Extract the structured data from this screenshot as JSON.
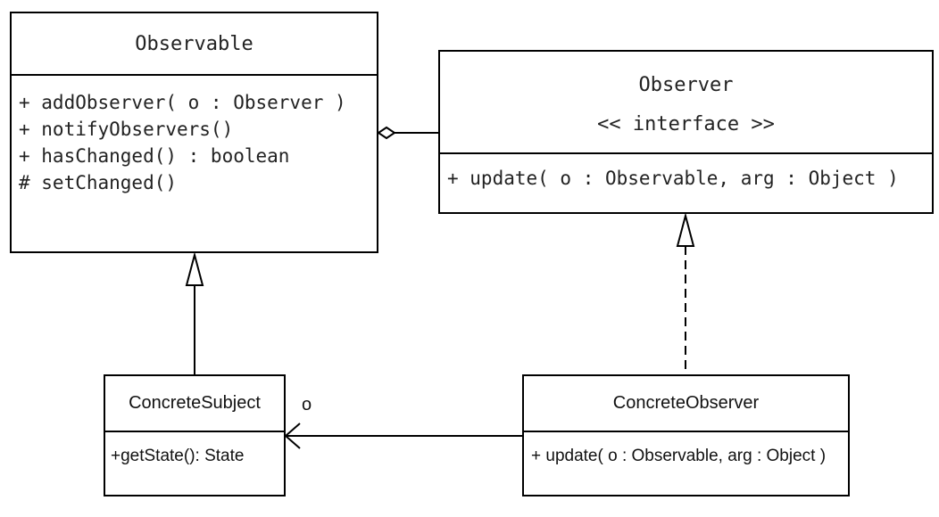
{
  "observable": {
    "name": "Observable",
    "members": [
      "+ addObserver( o : Observer )",
      "+ notifyObservers()",
      "+ hasChanged() : boolean",
      "# setChanged()"
    ]
  },
  "observer": {
    "name": "Observer",
    "stereotype": "<< interface >>",
    "members": [
      "+ update( o : Observable, arg : Object )"
    ]
  },
  "concrete_subject": {
    "name": "ConcreteSubject",
    "members": [
      "+getState(): State"
    ]
  },
  "concrete_observer": {
    "name": "ConcreteObserver",
    "members": [
      "+ update( o : Observable, arg : Object )"
    ]
  },
  "association": {
    "multiplicity": "o"
  }
}
